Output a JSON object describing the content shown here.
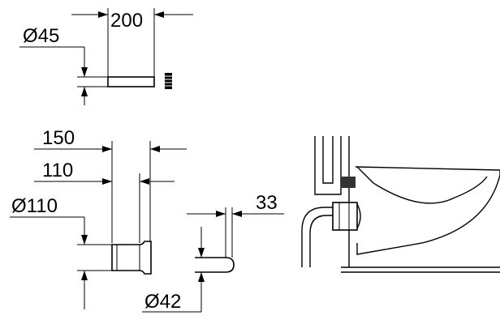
{
  "diagram": {
    "dimensions": {
      "top_length": "200",
      "pipe_diameter_small": "Ø45",
      "outer_length": "150",
      "inner_length": "110",
      "pipe_diameter_large": "Ø110",
      "insert_depth": "33",
      "insert_diameter": "Ø42"
    }
  }
}
